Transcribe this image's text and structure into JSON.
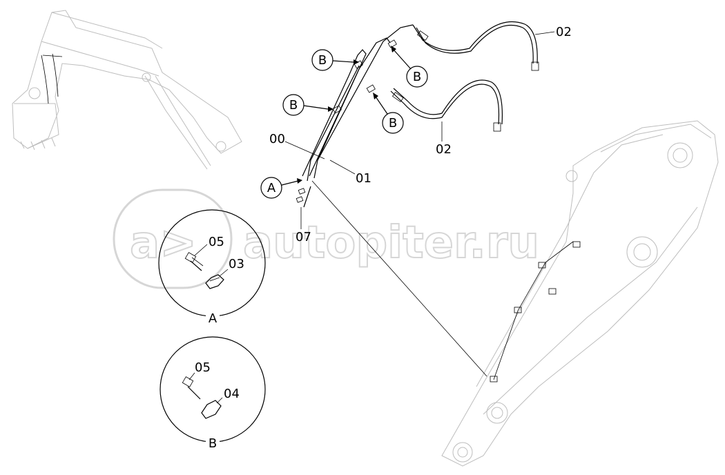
{
  "watermark": {
    "logo_text": "a>",
    "text": "autopiter.ru"
  },
  "callouts": {
    "B1": "B",
    "B2": "B",
    "B3": "B",
    "B4": "B",
    "A": "A"
  },
  "part_labels": {
    "p00": "00",
    "p01": "01",
    "p02_upper": "02",
    "p02_lower": "02",
    "p07": "07",
    "detailA_05": "05",
    "detailA_03": "03",
    "detailB_05": "05",
    "detailB_04": "04"
  },
  "detail_titles": {
    "A": "A",
    "B": "B"
  }
}
